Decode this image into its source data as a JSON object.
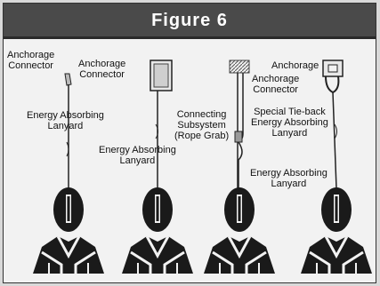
{
  "title": "Figure 6",
  "labels": {
    "anchorage_connector_1": [
      "Anchorage",
      "Connector"
    ],
    "anchorage_connector_2": [
      "Anchorage",
      "Connector"
    ],
    "energy_absorbing_lanyard_1": [
      "Energy Absorbing",
      "Lanyard"
    ],
    "energy_absorbing_lanyard_2": [
      "Energy Absorbing",
      "Lanyard"
    ],
    "connecting_subsystem": [
      "Connecting",
      "Subsystem",
      "(Rope Grab)"
    ],
    "anchorage_connector_3": [
      "Anchorage",
      "Connector"
    ],
    "energy_absorbing_lanyard_3": [
      "Energy Absorbing",
      "Lanyard"
    ],
    "anchorage": "Anchorage",
    "special_tie_back": [
      "Special Tie-back",
      "Energy Absorbing",
      "Lanyard"
    ]
  }
}
